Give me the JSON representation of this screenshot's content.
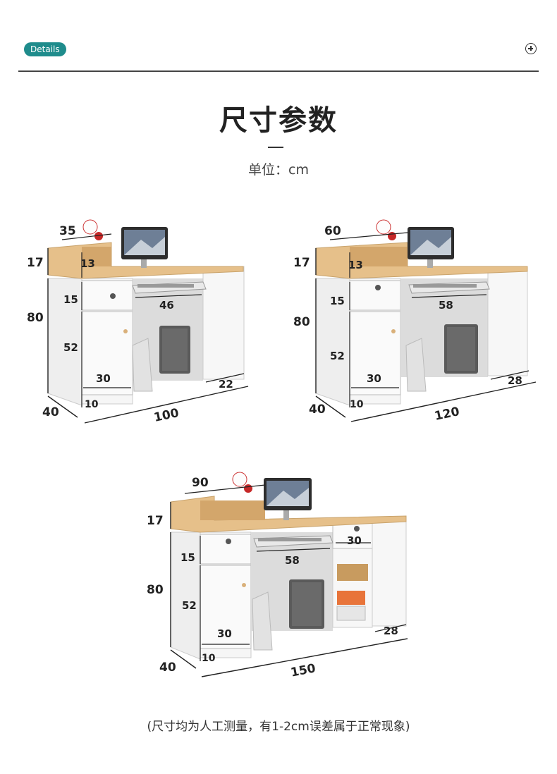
{
  "header": {
    "badge": "Details",
    "plus_icon": "plus-circle-icon"
  },
  "title": "尺寸参数",
  "unit": "单位：cm",
  "desks": [
    {
      "height_top": "17",
      "height_body": "80",
      "depth": "40",
      "width": "100",
      "shelf_width": "35",
      "niche": "13",
      "drawer": "15",
      "cabinet": "52",
      "door_width": "30",
      "plinth": "10",
      "keyboard": "46",
      "side_depth": "22"
    },
    {
      "height_top": "17",
      "height_body": "80",
      "depth": "40",
      "width": "120",
      "shelf_width": "60",
      "niche": "13",
      "drawer": "15",
      "cabinet": "52",
      "door_width": "30",
      "plinth": "10",
      "keyboard": "58",
      "side_depth": "28"
    },
    {
      "height_top": "17",
      "height_body": "80",
      "depth": "40",
      "width": "150",
      "shelf_width": "90",
      "drawer": "15",
      "cabinet": "52",
      "door_width": "30",
      "plinth": "10",
      "keyboard": "58",
      "side_depth": "28",
      "right_drawer": "30"
    }
  ],
  "note": "(尺寸均为人工测量，有1-2cm误差属于正常现象)",
  "colors": {
    "badge": "#1f8c8c",
    "wood": "#e6c08a",
    "white_panel": "#f4f4f4",
    "dark": "#3a3a3a"
  }
}
